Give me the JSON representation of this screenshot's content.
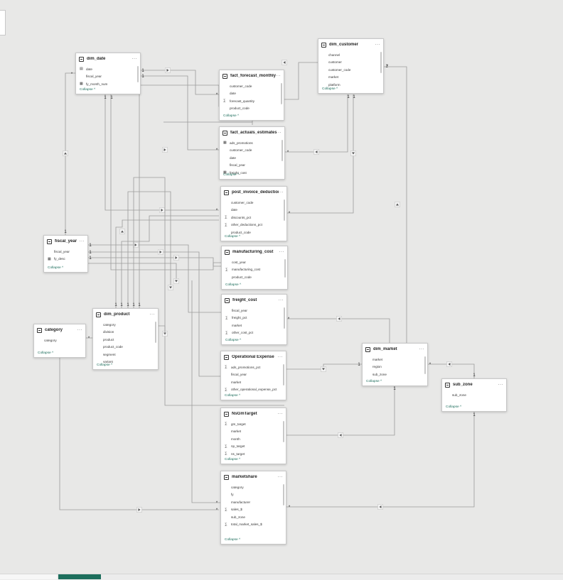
{
  "ui": {
    "more_glyph": "···",
    "collapse_label": "Collapse ^",
    "accent_color": "#1d6e5c",
    "line_color": "#9a9a9a"
  },
  "tables": [
    {
      "id": "dim_date",
      "name": "dim_date",
      "fields": [
        {
          "name": "date",
          "icon": "calendar-icon"
        },
        {
          "name": "fiscal_year",
          "icon": ""
        },
        {
          "name": "fy_month_num",
          "icon": "calculated-column-icon"
        }
      ]
    },
    {
      "id": "dim_customer",
      "name": "dim_customer",
      "fields": [
        {
          "name": "channel",
          "icon": ""
        },
        {
          "name": "customer",
          "icon": ""
        },
        {
          "name": "customer_code",
          "icon": ""
        },
        {
          "name": "market",
          "icon": ""
        },
        {
          "name": "platform",
          "icon": ""
        }
      ]
    },
    {
      "id": "fact_forecast_monthly",
      "name": "fact_forecast_monthly",
      "fields": [
        {
          "name": "customer_code",
          "icon": ""
        },
        {
          "name": "date",
          "icon": ""
        },
        {
          "name": "forecast_quantity",
          "icon": "sigma-icon"
        },
        {
          "name": "product_code",
          "icon": ""
        }
      ]
    },
    {
      "id": "fact_actuals_estimates",
      "name": "fact_actuals_estimates",
      "fields": [
        {
          "name": "ads_promotions",
          "icon": "calculated-column-icon"
        },
        {
          "name": "customer_code",
          "icon": ""
        },
        {
          "name": "date",
          "icon": ""
        },
        {
          "name": "fiscal_year",
          "icon": ""
        },
        {
          "name": "freight_cost",
          "icon": "calculated-column-icon"
        }
      ]
    },
    {
      "id": "post_invoice_deductions",
      "name": "post_invoice_deductions",
      "fields": [
        {
          "name": "customer_code",
          "icon": ""
        },
        {
          "name": "date",
          "icon": ""
        },
        {
          "name": "discounts_pct",
          "icon": "sigma-icon"
        },
        {
          "name": "other_deductions_pct",
          "icon": "sigma-icon"
        },
        {
          "name": "product_code",
          "icon": ""
        }
      ]
    },
    {
      "id": "manufacturing_cost",
      "name": "manufacturing_cost",
      "fields": [
        {
          "name": "cost_year",
          "icon": ""
        },
        {
          "name": "manufacturing_cost",
          "icon": "sigma-icon"
        },
        {
          "name": "product_code",
          "icon": ""
        }
      ]
    },
    {
      "id": "freight_cost",
      "name": "freight_cost",
      "fields": [
        {
          "name": "fiscal_year",
          "icon": ""
        },
        {
          "name": "freight_pct",
          "icon": "sigma-icon"
        },
        {
          "name": "market",
          "icon": ""
        },
        {
          "name": "other_cost_pct",
          "icon": "sigma-icon"
        }
      ]
    },
    {
      "id": "operational_expense",
      "name": "Operational Expense",
      "fields": [
        {
          "name": "ads_promotions_pct",
          "icon": "sigma-icon"
        },
        {
          "name": "fiscal_year",
          "icon": ""
        },
        {
          "name": "market",
          "icon": ""
        },
        {
          "name": "other_operational_expense_pct",
          "icon": "sigma-icon"
        }
      ]
    },
    {
      "id": "nsgmtarget",
      "name": "NsGmTarget",
      "fields": [
        {
          "name": "gm_target",
          "icon": "sigma-icon"
        },
        {
          "name": "market",
          "icon": ""
        },
        {
          "name": "month",
          "icon": ""
        },
        {
          "name": "np_target",
          "icon": "sigma-icon"
        },
        {
          "name": "ns_target",
          "icon": "sigma-icon"
        }
      ]
    },
    {
      "id": "marketshare",
      "name": "marketshare",
      "fields": [
        {
          "name": "category",
          "icon": ""
        },
        {
          "name": "fy",
          "icon": ""
        },
        {
          "name": "manufacturer",
          "icon": ""
        },
        {
          "name": "sales_$",
          "icon": "sigma-icon"
        },
        {
          "name": "sub_zone",
          "icon": ""
        },
        {
          "name": "total_market_sales_$",
          "icon": "sigma-icon"
        }
      ]
    },
    {
      "id": "fiscal_year",
      "name": "fiscal_year",
      "fields": [
        {
          "name": "fiscal_year",
          "icon": ""
        },
        {
          "name": "fy_desc",
          "icon": "calculated-column-icon"
        }
      ]
    },
    {
      "id": "dim_product",
      "name": "dim_product",
      "fields": [
        {
          "name": "category",
          "icon": ""
        },
        {
          "name": "division",
          "icon": ""
        },
        {
          "name": "product",
          "icon": ""
        },
        {
          "name": "product_code",
          "icon": ""
        },
        {
          "name": "segment",
          "icon": ""
        },
        {
          "name": "variant",
          "icon": ""
        }
      ]
    },
    {
      "id": "category",
      "name": "category",
      "fields": [
        {
          "name": "category",
          "icon": ""
        }
      ]
    },
    {
      "id": "dim_market",
      "name": "dim_market",
      "fields": [
        {
          "name": "market",
          "icon": ""
        },
        {
          "name": "region",
          "icon": ""
        },
        {
          "name": "sub_zone",
          "icon": ""
        }
      ]
    },
    {
      "id": "sub_zone",
      "name": "sub_zone",
      "fields": [
        {
          "name": "sub_zone",
          "icon": ""
        }
      ]
    }
  ],
  "cardinality_labels": {
    "one": "1",
    "many": "*"
  }
}
